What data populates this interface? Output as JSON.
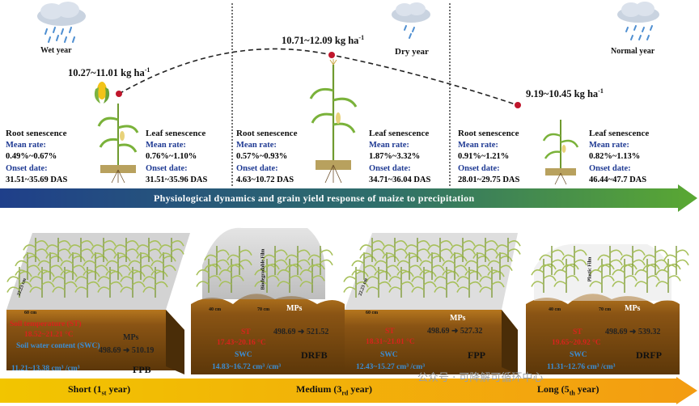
{
  "top": {
    "weather": [
      {
        "id": "wet",
        "label": "Wet year"
      },
      {
        "id": "dry",
        "label": "Dry year"
      },
      {
        "id": "normal",
        "label": "Normal year"
      }
    ],
    "yields": [
      {
        "value": "10.27~11.01 kg ha",
        "sup": "-1"
      },
      {
        "value": "10.71~12.09 kg ha",
        "sup": "-1"
      },
      {
        "value": "9.19~10.45 kg ha",
        "sup": "-1"
      }
    ],
    "senescence": [
      {
        "root": {
          "title": "Root senescence",
          "mean_label": "Mean rate:",
          "mean": "0.49%~0.67%",
          "onset_label": "Onset date:",
          "onset": "31.51~35.69 DAS"
        },
        "leaf": {
          "title": "Leaf senescence",
          "mean_label": "Mean rate:",
          "mean": "0.76%~1.10%",
          "onset_label": "Onset date:",
          "onset": "31.51~35.96 DAS"
        }
      },
      {
        "root": {
          "title": "Root senescence",
          "mean_label": "Mean rate:",
          "mean": "0.57%~0.93%",
          "onset_label": "Onset date:",
          "onset": "4.63~10.72 DAS"
        },
        "leaf": {
          "title": "Leaf senescence",
          "mean_label": "Mean rate:",
          "mean": "1.87%~3.32%",
          "onset_label": "Onset date:",
          "onset": "34.71~36.04 DAS"
        }
      },
      {
        "root": {
          "title": "Root senescence",
          "mean_label": "Mean rate:",
          "mean": "0.91%~1.21%",
          "onset_label": "Onset date:",
          "onset": "28.01~29.75 DAS"
        },
        "leaf": {
          "title": "Leaf senescence",
          "mean_label": "Mean rate:",
          "mean": "0.82%~1.13%",
          "onset_label": "Onset date:",
          "onset": "46.44~47.7 DAS"
        }
      }
    ],
    "banner": "Physiological dynamics and grain yield response of maize to precipitation",
    "colors": {
      "banner_start": "#1f3f8a",
      "banner_end": "#5aa832"
    }
  },
  "bottom": {
    "treatments": [
      {
        "label": "FPB",
        "row_spacing": "60 cm",
        "plant_spacing": "22.23 cm",
        "st_label": "Soil temperature (ST)",
        "st": "18.52~21.21 °C",
        "swc_label": "Soil water content (SWC)",
        "swc": "11.21~13.38 cm³ /cm³",
        "mps_label": "MPs",
        "mps_from": "498.69",
        "mps_to": "510.19"
      },
      {
        "label": "DRFB",
        "film": "Biodegradable Film",
        "row1": "40 cm",
        "row2": "70 cm",
        "st_label": "ST",
        "st": "17.43~20.16 °C",
        "swc_label": "SWC",
        "swc": "14.83~16.72 cm³ /cm³",
        "mps_label": "MPs",
        "mps_from": "498.69",
        "mps_to": "521.52"
      },
      {
        "label": "FPP",
        "row_spacing": "60 cm",
        "plant_spacing": "22.23 cm",
        "st_label": "ST",
        "st": "18.31~21.01 °C",
        "swc_label": "SWC",
        "swc": "12.43~15.27 cm³ /cm³",
        "mps_label": "MPs",
        "mps_from": "498.69",
        "mps_to": "527.32"
      },
      {
        "label": "DRFP",
        "film": "Plastic Film",
        "row1": "40 cm",
        "row2": "70 cm",
        "st_label": "ST",
        "st": "19.65~20.92 °C",
        "swc_label": "SWC",
        "swc": "11.31~12.76 cm³ /cm³",
        "mps_label": "MPs",
        "mps_from": "498.69",
        "mps_to": "539.32"
      }
    ],
    "timeline": [
      {
        "text": "Short (1",
        "sub": "st",
        "end": " year)"
      },
      {
        "text": "Medium (3",
        "sub": "rd",
        "end": " year)"
      },
      {
        "text": "Long (5",
        "sub": "th",
        "end": " year)"
      }
    ],
    "watermark": "公众号 · 可降解可循环中心",
    "colors": {
      "timeline_start": "#f2c500",
      "timeline_end": "#f39c12",
      "soil": "#7a4a12",
      "red": "#d8231d",
      "blue": "#3b8ed6"
    }
  }
}
